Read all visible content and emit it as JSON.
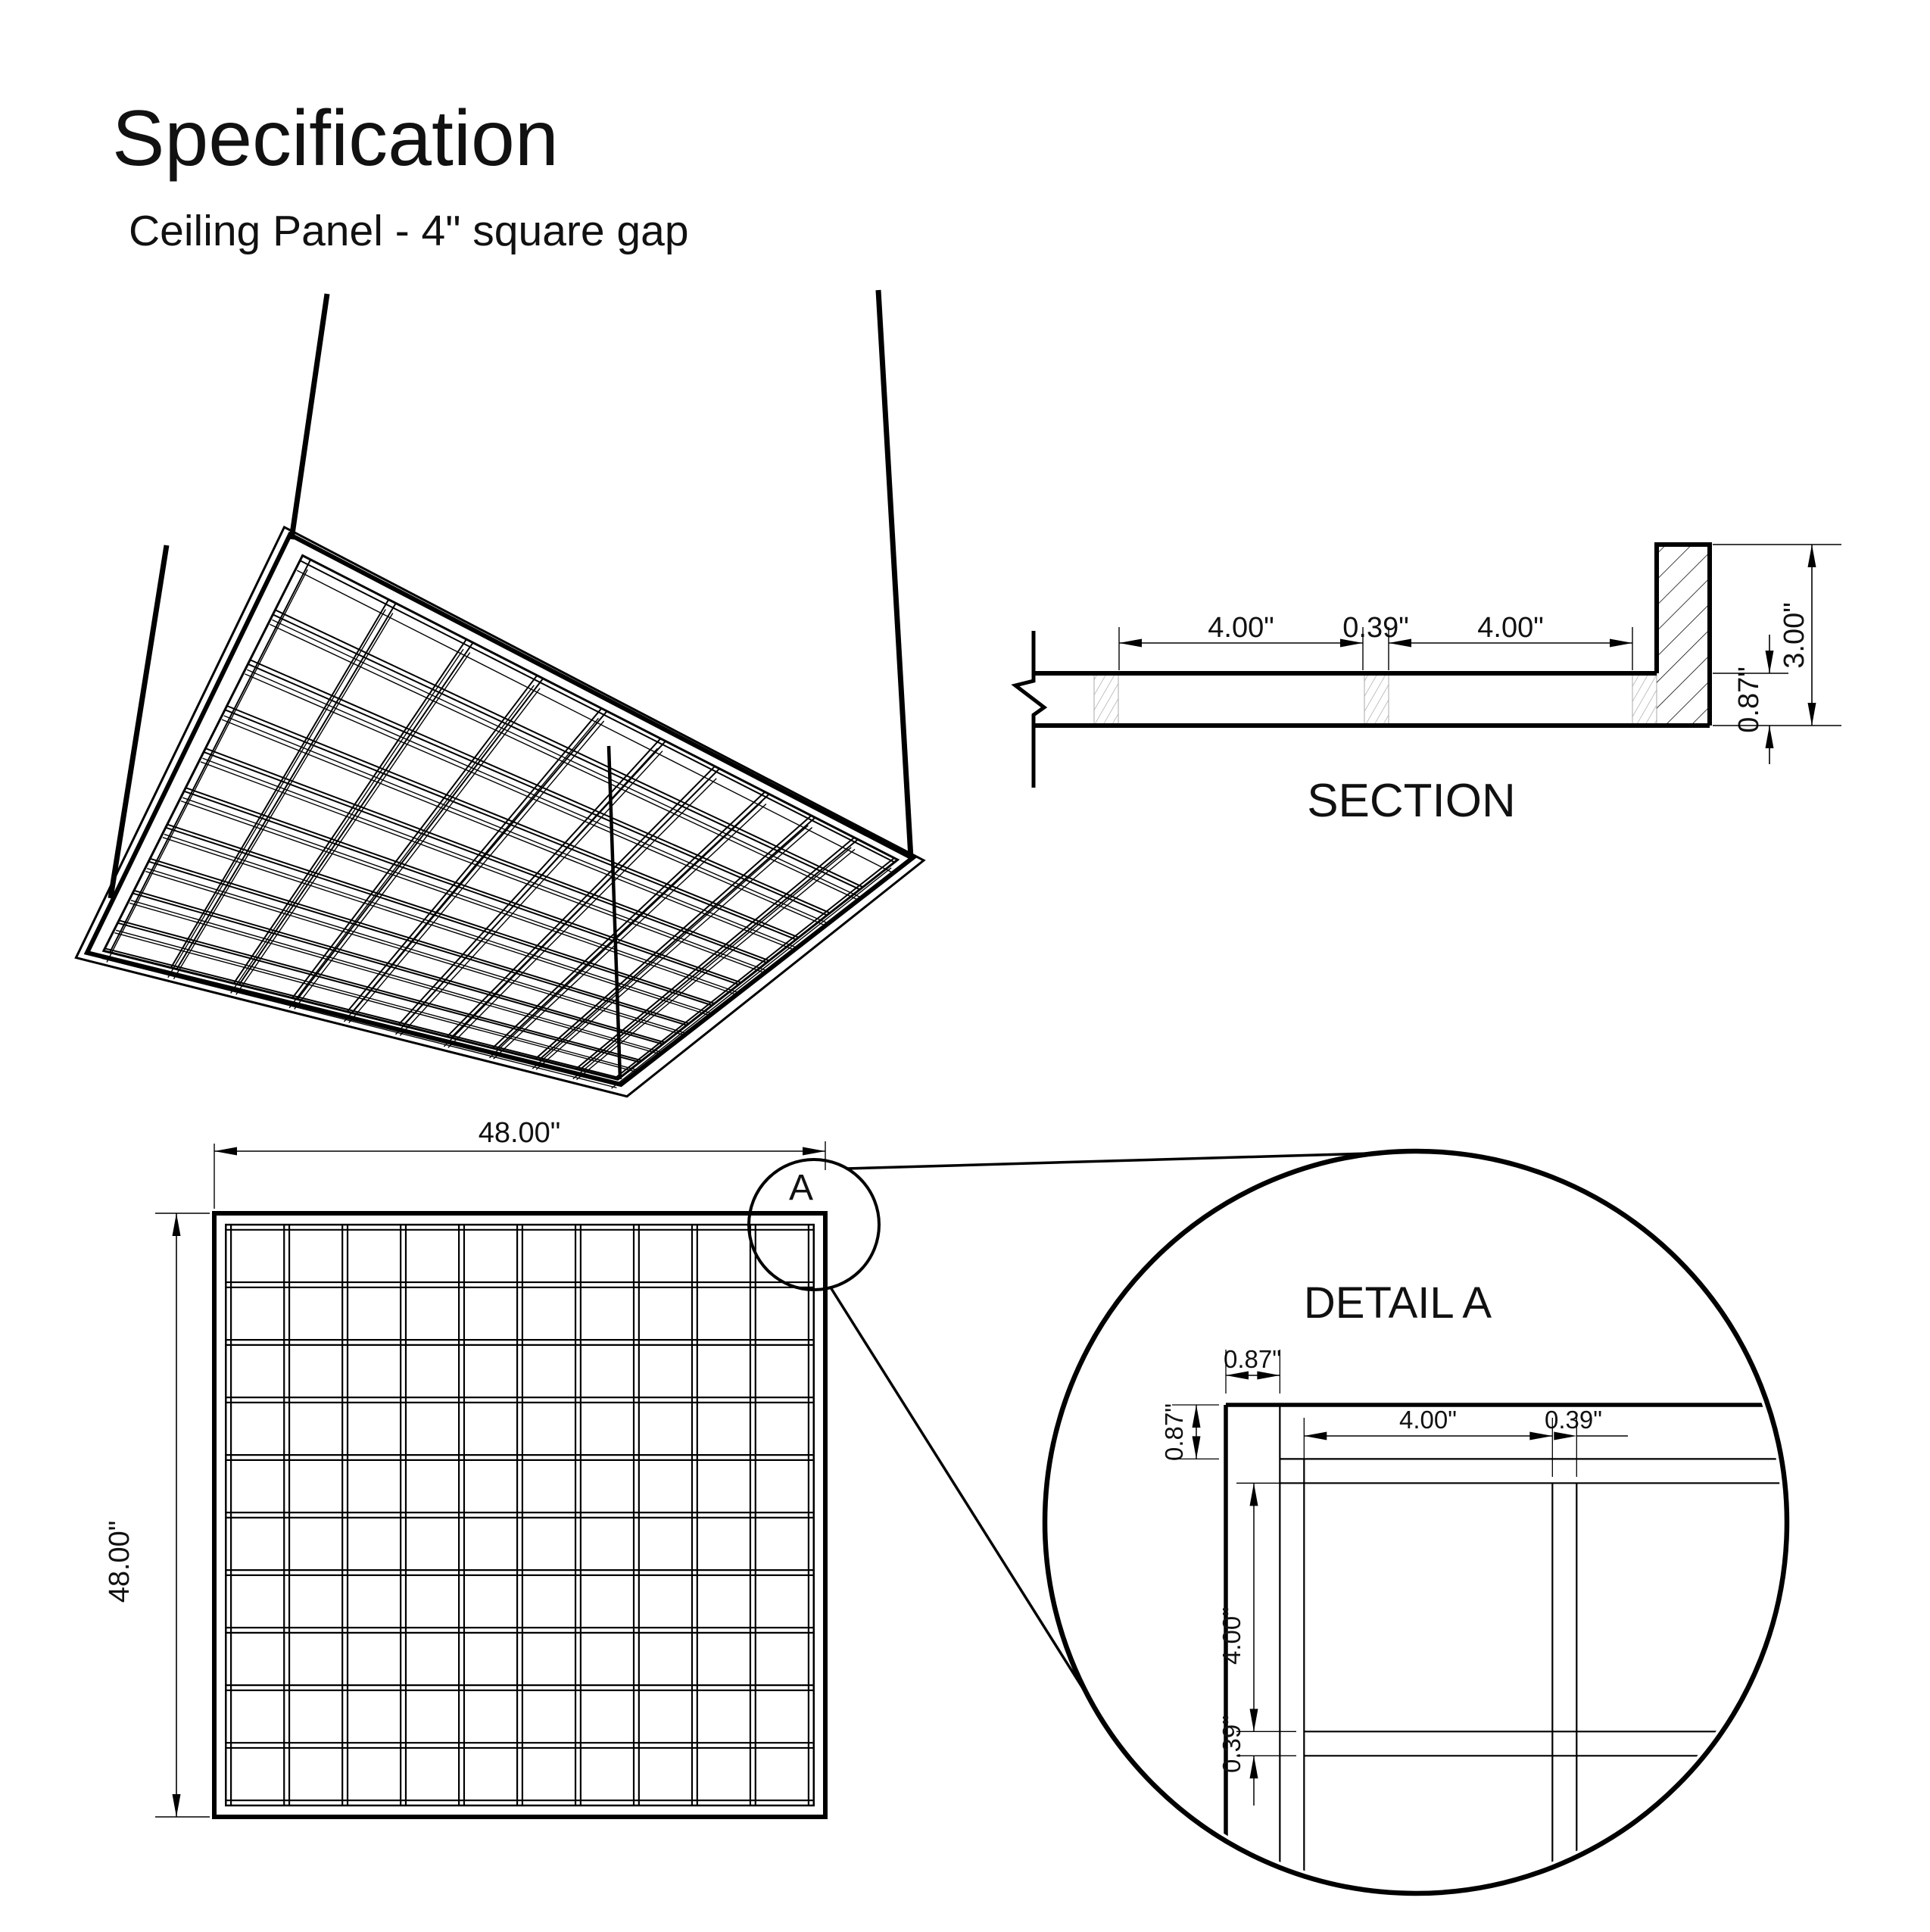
{
  "header": {
    "title": "Specification",
    "subtitle": "Ceiling Panel - 4\"  square gap"
  },
  "panel_spec": {
    "cells": 10,
    "cell_in": 4.0,
    "rib_in": 0.39,
    "border_in": 0.87,
    "overall_in": 48.0,
    "flange_height_in": 3.0,
    "panel_thickness_in": 0.87,
    "wires": 4
  },
  "section": {
    "label": "SECTION",
    "dims": {
      "cell_left": "4.00\"",
      "rib": "0.39\"",
      "cell_right": "4.00\"",
      "thickness": "0.87\"",
      "flange_height": "3.00\""
    }
  },
  "plan": {
    "dims": {
      "width": "48.00\"",
      "height": "48.00\""
    },
    "detail_marker": "A"
  },
  "detail": {
    "label": "DETAIL  A",
    "dims": {
      "border_top": "0.87\"",
      "border_left": "0.87\"",
      "cell_width": "4.00\"",
      "rib_width": "0.39\"",
      "cell_height": "4.00\"",
      "rib_height": "0.39\""
    }
  }
}
